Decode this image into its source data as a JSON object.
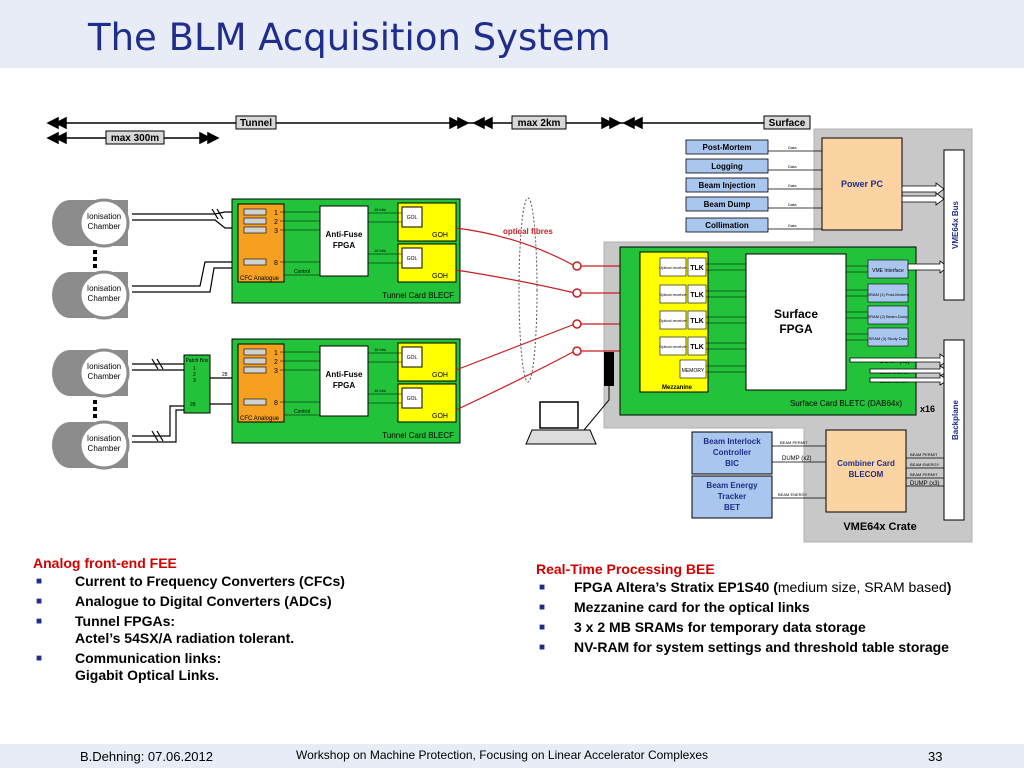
{
  "title": "The BLM Acquisition System",
  "diagram": {
    "tunnel": "Tunnel",
    "max2km": "max 2km",
    "surface": "Surface",
    "max300m": "max 300m",
    "ionisation1": "Ionisation",
    "chamber": "Chamber",
    "anti_fuse_1": "Anti-Fuse",
    "fpga": "FPGA",
    "goh": "GOH",
    "gol": "GOL",
    "cfc_analogue": "CFC Analogue",
    "control": "Control",
    "tunnel_card": "Tunnel Card BLECF",
    "optical_fibres": "optical fibres",
    "patch_box": "Patch Box",
    "post_mortem": "Post-Mortem",
    "logging": "Logging",
    "beam_injection": "Beam Injection",
    "beam_dump": "Beam Dump",
    "collimation": "Collimation",
    "data": "Data",
    "power_pc": "Power PC",
    "vme64x_bus": "VME64x Bus",
    "optical_receiver": "Optical receiver",
    "tlk": "TLK",
    "surface_fpga_1": "Surface",
    "surface_fpga_2": "FPGA",
    "vme_interface": "VME Interface",
    "sram1": "SRAM (1) Post-Mortem",
    "sram2": "SRAM (2) Beam-Dump",
    "sram3": "SRAM (3) Study Data",
    "memory": "MEMORY",
    "mezzanine": "Mezzanine",
    "dump_x3": "DUMP (x3)",
    "beam_energy": "BEAM ENERGY",
    "beam_permit": "BEAM PERMIT",
    "surface_card": "Surface Card BLETC (DAB64x)",
    "x16": "x16",
    "backplane": "Backplane",
    "bic_1": "Beam Interlock",
    "bic_2": "Controller",
    "bic_3": "BIC",
    "bet_1": "Beam Energy",
    "bet_2": "Tracker",
    "bet_3": "BET",
    "dump_x2": "DUMP (x2)",
    "combiner_1": "Combiner  Card",
    "combiner_2": "BLECOM",
    "vme_crate": "VME64x Crate",
    "bits16": "16 bits",
    "ch_nums": [
      "1",
      "2",
      "3",
      "8"
    ],
    "n28": "28",
    "n1": "1",
    "n2": "2",
    "n3": "3"
  },
  "left": {
    "heading": "Analog front-end FEE",
    "items": [
      {
        "line1": "Current to Frequency Converters (CFCs)"
      },
      {
        "line1": "Analogue to Digital Converters (ADCs)"
      },
      {
        "line1": "Tunnel FPGAs:",
        "line2": "Actel’s 54SX/A radiation tolerant."
      },
      {
        "line1": "Communication links:",
        "line2": "Gigabit Optical Links."
      }
    ]
  },
  "right": {
    "heading": "Real-Time Processing BEE",
    "item1_bold": "FPGA Altera’s Stratix EP1S40 (",
    "item1_normal": "medium size, SRAM based",
    "item1_close": ")",
    "items": [
      "Mezzanine card for the optical links",
      "3 x 2 MB SRAMs for temporary data storage",
      "NV-RAM for system settings and threshold table storage"
    ]
  },
  "footer": {
    "author": "B.Dehning: 07.06.2012",
    "event": "Workshop on Machine Protection, Focusing on Linear Accelerator Complexes",
    "page": "33"
  },
  "colors": {
    "title": "#1f2d8c",
    "green_card": "#22c33a",
    "orange": "#f5a020",
    "yellow": "#ffff00",
    "blue_box": "#a9c6ee",
    "power_pc": "#fcd3a2",
    "crate": "#c8c8c8",
    "red_heading": "#d40000"
  }
}
